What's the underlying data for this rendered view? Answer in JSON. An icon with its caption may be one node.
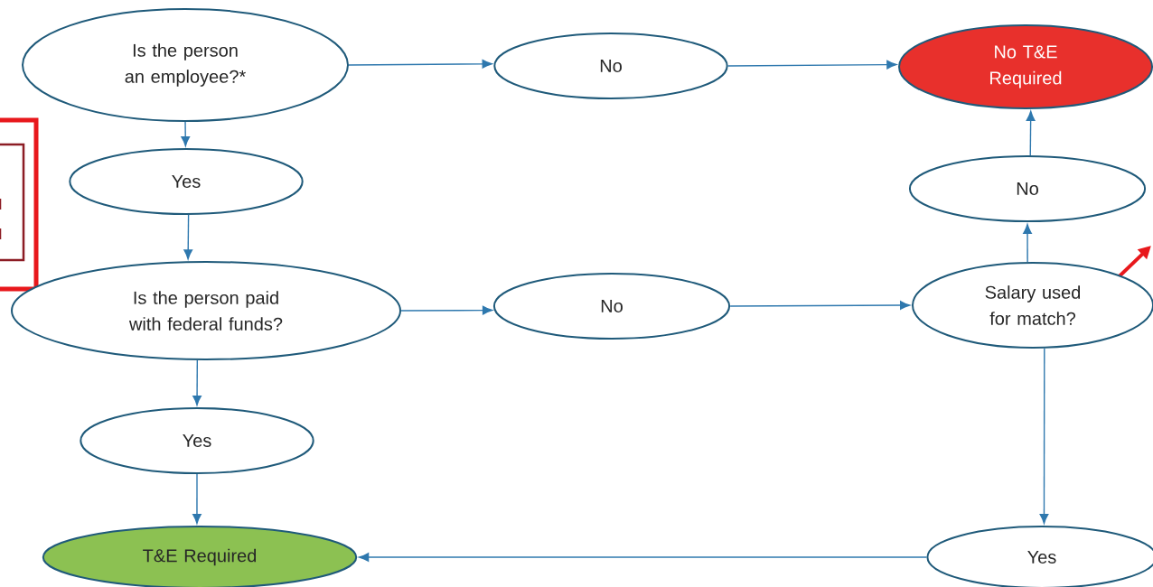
{
  "diagram": {
    "nodes": [
      {
        "text": [
          "Is the person an employee?*"
        ]
      },
      {
        "text": [
          "No"
        ]
      },
      {
        "text": [
          "No T&E Required"
        ]
      },
      {
        "text": [
          "Yes"
        ]
      },
      {
        "text": [
          "Is the person paid with federal funds?"
        ]
      },
      {
        "text": [
          "No"
        ]
      },
      {
        "text": [
          "No"
        ]
      },
      {
        "text": [
          "Salary used for match?"
        ]
      },
      {
        "text": [
          "Yes"
        ]
      },
      {
        "text": [
          "T&E Required"
        ]
      },
      {
        "text": [
          "Yes"
        ]
      }
    ],
    "edges": [
      {
        "from": 0,
        "to": 1,
        "arrow": "to"
      },
      {
        "from": 1,
        "to": 2,
        "arrow": "to"
      },
      {
        "from": 0,
        "to": 3,
        "arrow": "to"
      },
      {
        "from": 3,
        "to": 4,
        "arrow": "to"
      },
      {
        "from": 4,
        "to": 5,
        "arrow": "to"
      },
      {
        "from": 5,
        "to": 7,
        "arrow": "to"
      },
      {
        "from": 7,
        "to": 6,
        "arrow": "to"
      },
      {
        "from": 6,
        "to": 2,
        "arrow": "to"
      },
      {
        "from": 4,
        "to": 8,
        "arrow": "to"
      },
      {
        "from": 8,
        "to": 9,
        "arrow": "to"
      },
      {
        "from": 7,
        "to": 10,
        "arrow": "to"
      },
      {
        "from": 10,
        "to": 9,
        "arrow": "to"
      }
    ]
  }
}
